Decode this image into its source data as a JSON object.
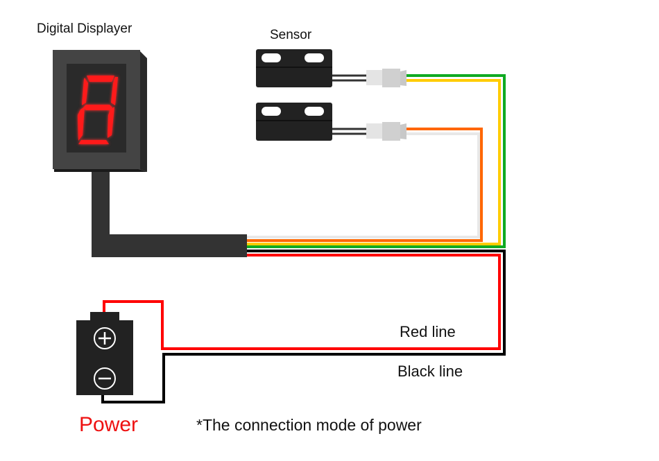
{
  "labels": {
    "displayer_title": "Digital Displayer",
    "sensor_title": "Sensor",
    "red_line": "Red line",
    "black_line": "Black line",
    "power": "Power",
    "note": "*The connection mode of power"
  },
  "display": {
    "digit": "8",
    "segment_color": "#ff1a1a"
  },
  "battery": {
    "positive_symbol": "+",
    "negative_symbol": "−"
  },
  "wires": [
    {
      "name": "green",
      "color": "#10aa22",
      "from": "sensor-1",
      "to": "displayer"
    },
    {
      "name": "yellow",
      "color": "#ffcc00",
      "from": "sensor-1",
      "to": "displayer"
    },
    {
      "name": "orange",
      "color": "#ff6600",
      "from": "sensor-2",
      "to": "displayer"
    },
    {
      "name": "white",
      "color": "#e8e8e8",
      "from": "sensor-2",
      "to": "displayer"
    },
    {
      "name": "red",
      "color": "#ff0000",
      "from": "displayer",
      "to": "battery-positive"
    },
    {
      "name": "black",
      "color": "#000000",
      "from": "displayer",
      "to": "battery-negative"
    }
  ],
  "colors": {
    "device_body": "#333333",
    "sensor_body": "#222222",
    "connector": "#d6d6d6"
  }
}
